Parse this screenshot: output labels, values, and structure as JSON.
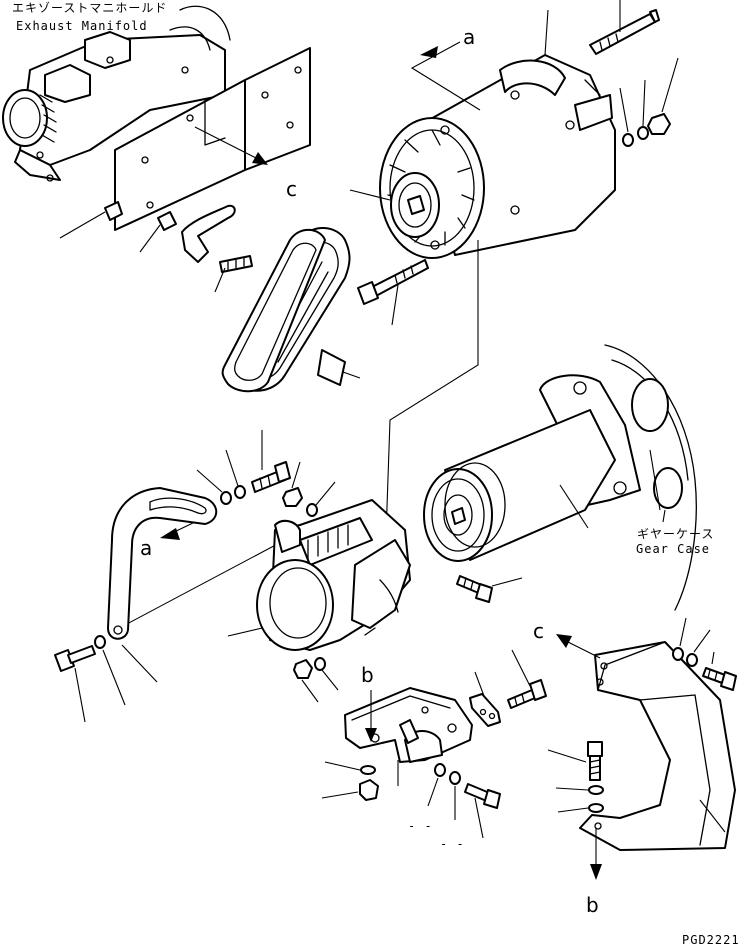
{
  "labels": {
    "exhaust_jp": "エキゾーストマニホールド",
    "exhaust_en": "Exhaust Manifold",
    "gear_jp": "ギヤーケース",
    "gear_en": "Gear Case",
    "ref_a": "a",
    "ref_c": "c",
    "ref_b": "b",
    "drawing_code": "PGD2221",
    "dash_1": "- -",
    "dash_2": "- -"
  }
}
